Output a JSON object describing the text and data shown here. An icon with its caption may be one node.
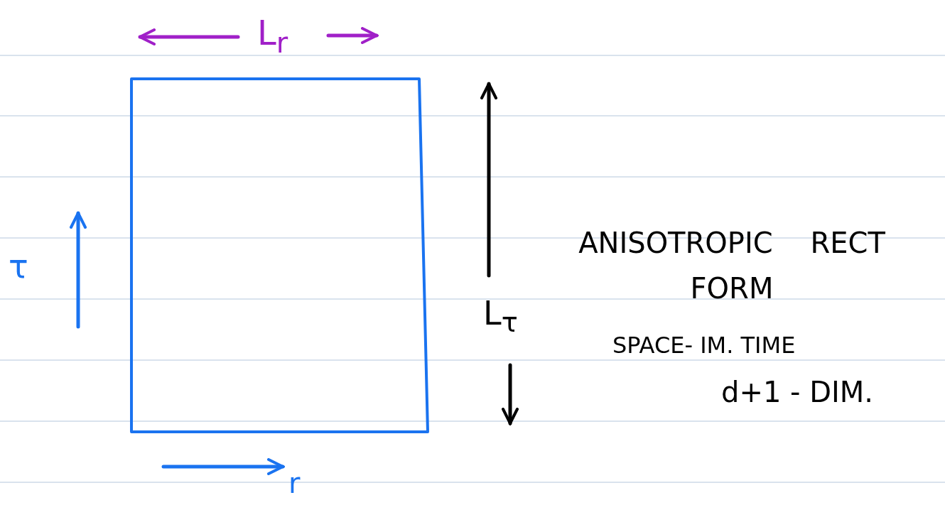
{
  "diagram": {
    "nodes": [
      {
        "text": [],
        "shape": "box"
      }
    ],
    "edges": [],
    "labels": [
      "L$_{r}$",
      "τ",
      "L$_{τ}$",
      "ANISOTROPIC RECT FORM",
      "SPACE- IM. TIME",
      "d+1 - DIM.",
      "r"
    ]
  }
}
